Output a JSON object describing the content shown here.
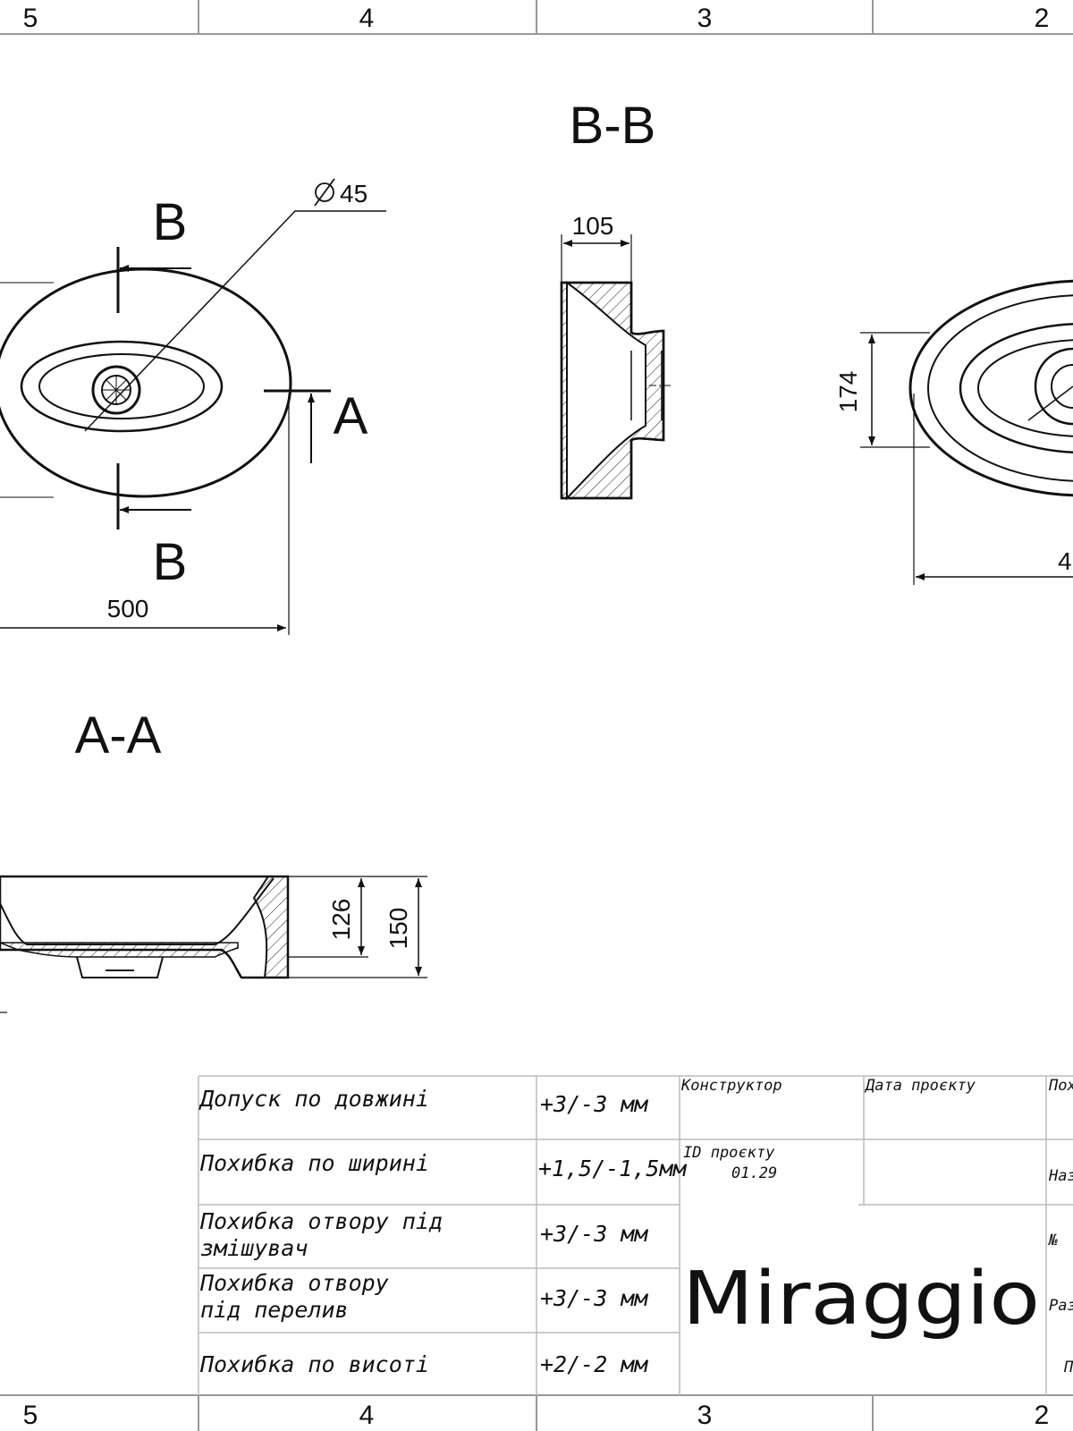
{
  "zones": [
    "5",
    "4",
    "3",
    "2"
  ],
  "views": {
    "plan": {
      "section_marks": [
        "B",
        "B",
        "A"
      ],
      "dim_width": "500",
      "dim_hole": "45"
    },
    "section_bb": {
      "title": "B-B",
      "dim_depth": "105"
    },
    "section_aa": {
      "title": "A-A",
      "dim_inner": "126",
      "dim_total": "150"
    },
    "side": {
      "dim_height": "174",
      "dim_width_partial": "4"
    }
  },
  "tolerances": [
    {
      "label": "Допуск по довжині",
      "value": "+3/-3 мм"
    },
    {
      "label": "Похибка по ширині",
      "value": "+1,5/-1,5мм"
    },
    {
      "label": "Похибка отвору під змішувач",
      "value": "+3/-3 мм"
    },
    {
      "label": "Похибка отвору під перелив",
      "value": "+3/-3 мм"
    },
    {
      "label": "Похибка по висоті",
      "value": "+2/-2 мм"
    }
  ],
  "tolerance_labels_wrapped": {
    "row3_line1": "Похибка отвору під",
    "row3_line2": "змішувач",
    "row4_line1": "Похибка отвору",
    "row4_line2": "під перелив"
  },
  "title_block": {
    "designer_label": "Конструктор",
    "date_label": "Дата проєкту",
    "id_label": "ID проєкту",
    "id_value": "01.29",
    "brand": "Miraggio",
    "cut_labels": [
      "Пох",
      "Наз",
      "№",
      "Раз",
      "П"
    ]
  }
}
